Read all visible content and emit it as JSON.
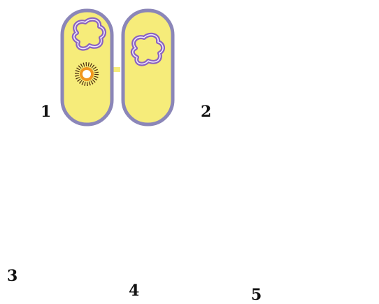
{
  "colors": {
    "cell_fill": "#f6ec7a",
    "cell_border": "#8b86b8",
    "chromosome": "#8a62bf",
    "plasmid_ring": "#f0961e",
    "plasmid_tick": "#4a2a0e",
    "strand": "#f4a01a"
  },
  "steps": [
    {
      "label": "1"
    },
    {
      "label": "2"
    },
    {
      "label": "3"
    },
    {
      "label": "4"
    },
    {
      "label": "5"
    }
  ]
}
